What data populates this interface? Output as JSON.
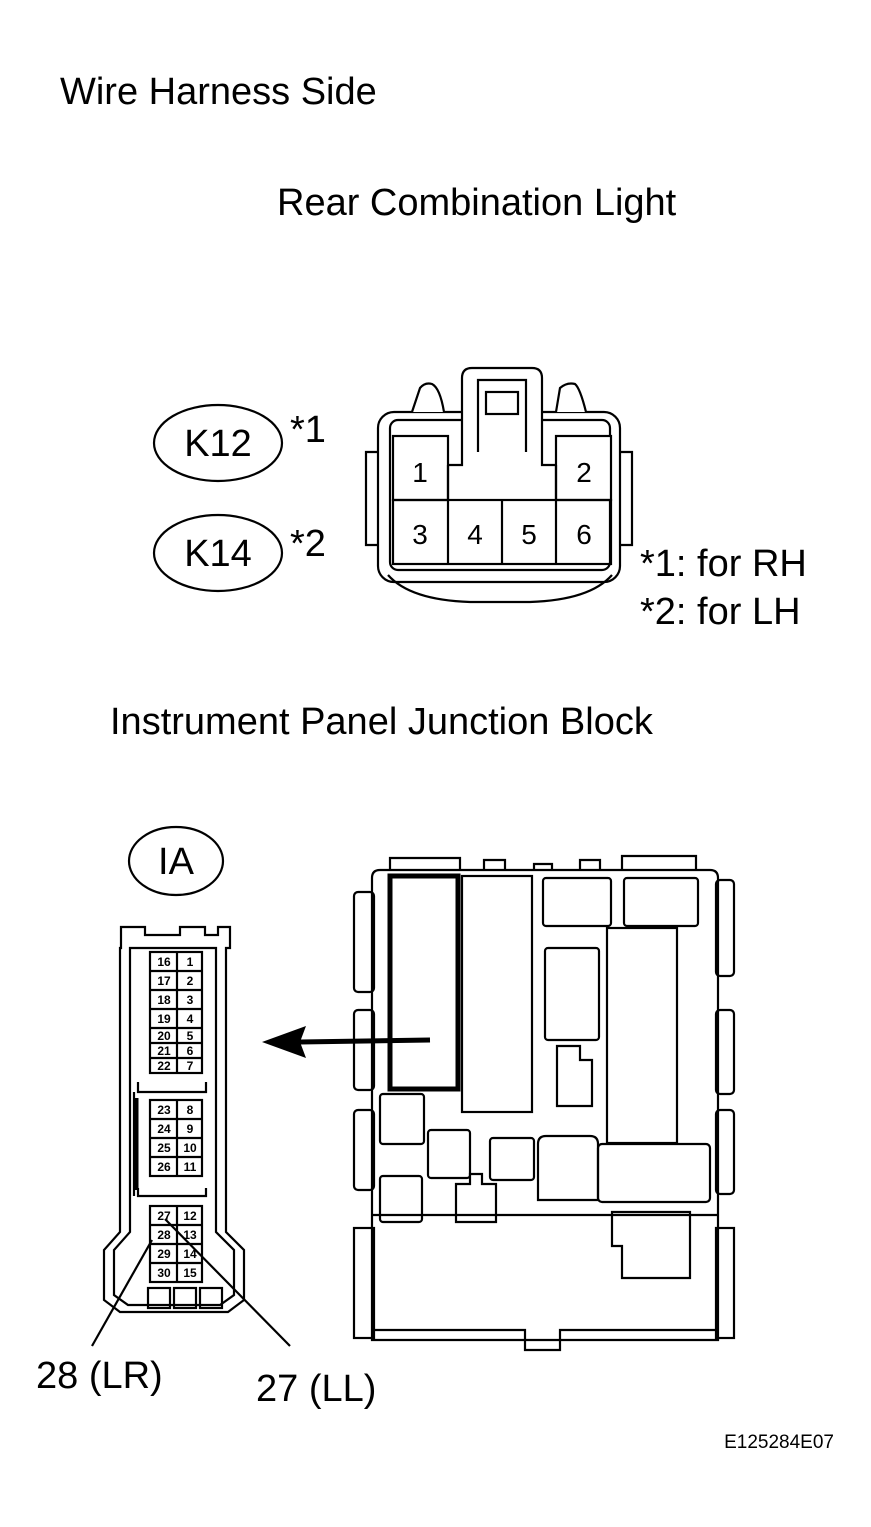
{
  "header": {
    "title": "Wire Harness Side"
  },
  "rear_light": {
    "title": "Rear Combination Light",
    "connectors": [
      {
        "code": "K12",
        "note_ref": "*1"
      },
      {
        "code": "K14",
        "note_ref": "*2"
      }
    ],
    "pins": [
      "1",
      "2",
      "3",
      "4",
      "5",
      "6"
    ],
    "notes": [
      "*1: for RH",
      "*2: for LH"
    ]
  },
  "junction_block": {
    "title": "Instrument Panel Junction Block",
    "connector_code": "IA",
    "pin_rows": [
      [
        "16",
        "1"
      ],
      [
        "17",
        "2"
      ],
      [
        "18",
        "3"
      ],
      [
        "19",
        "4"
      ],
      [
        "20",
        "5"
      ],
      [
        "21",
        "6"
      ],
      [
        "22",
        "7"
      ],
      [
        "23",
        "8"
      ],
      [
        "24",
        "9"
      ],
      [
        "25",
        "10"
      ],
      [
        "26",
        "11"
      ],
      [
        "27",
        "12"
      ],
      [
        "28",
        "13"
      ],
      [
        "29",
        "14"
      ],
      [
        "30",
        "15"
      ]
    ],
    "callouts": [
      "28 (LR)",
      "27 (LL)"
    ]
  },
  "figure_id": "E125284E07"
}
